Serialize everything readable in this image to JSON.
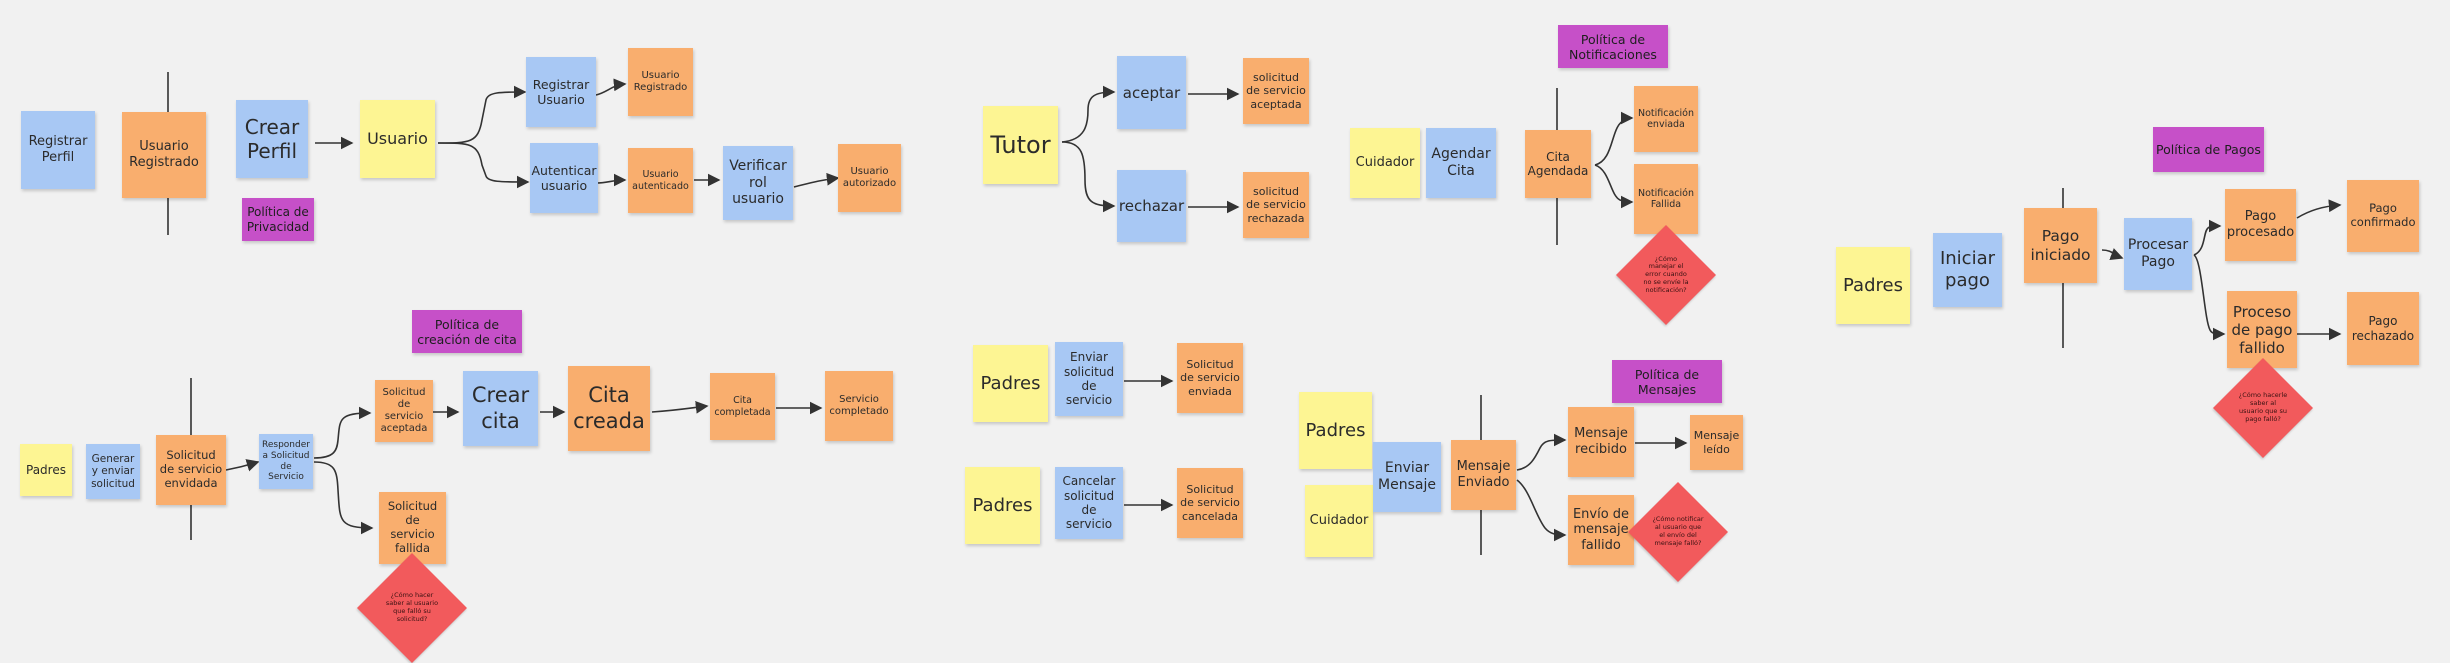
{
  "colors": {
    "background": "#f1f1f1",
    "yellow": "#fdf593",
    "blue": "#a8c8f4",
    "orange": "#f9ae6e",
    "purple": "#c650c8",
    "red": "#f25a5c",
    "line": "#333333"
  },
  "notes": {
    "registrar_perfil": "Registrar\nPerfil",
    "usuario_registrado_1": "Usuario\nRegistrado",
    "crear_perfil": "Crear\nPerfil",
    "usuario": "Usuario",
    "registrar_usuario": "Registrar\nUsuario",
    "usuario_registrado_2": "Usuario\nRegistrado",
    "autenticar_usuario": "Autenticar\nusuario",
    "usuario_autenticado": "Usuario\nautenticado",
    "verificar_rol": "Verificar\nrol\nusuario",
    "usuario_autorizado": "Usuario\nautorizado",
    "politica_privacidad": "Política de\nPrivacidad",
    "tutor": "Tutor",
    "aceptar": "aceptar",
    "rechazar": "rechazar",
    "solicitud_aceptada": "solicitud\nde servicio\naceptada",
    "solicitud_rechazada": "solicitud\nde servicio\nrechazada",
    "politica_notificaciones": "Política de\nNotificaciones",
    "cuidador_1": "Cuidador",
    "agendar_cita": "Agendar\nCita",
    "cita_agendada": "Cita\nAgendada",
    "notificacion_enviada": "Notificación\nenviada",
    "notificacion_fallida": "Notificación\nFallida",
    "politica_pagos": "Política de Pagos",
    "padres_pago": "Padres",
    "iniciar_pago": "Iniciar\npago",
    "pago_iniciado": "Pago\niniciado",
    "procesar_pago": "Procesar\nPago",
    "pago_procesado": "Pago\nprocesado",
    "pago_confirmado": "Pago\nconfirmado",
    "proceso_pago_fallido": "Proceso\nde pago\nfallido",
    "pago_rechazado": "Pago\nrechazado",
    "politica_creacion_cita": "Política de\ncreación de cita",
    "padres_1": "Padres",
    "generar_solicitud": "Generar\ny enviar\nsolicitud",
    "solicitud_enviada_1": "Solicitud\nde servicio\nenvidada",
    "responder_solicitud": "Responder\na Solicitud\nde Servicio",
    "solicitud_aceptada_2": "Solicitud\nde servicio\naceptada",
    "crear_cita": "Crear\ncita",
    "cita_creada": "Cita\ncreada",
    "cita_completada": "Cita\ncompletada",
    "servicio_completado": "Servicio\ncompletado",
    "solicitud_fallida": "Solicitud\nde servicio\nfallida",
    "padres_2": "Padres",
    "enviar_solicitud": "Enviar\nsolicitud\nde servicio",
    "solicitud_enviada_2": "Solicitud\nde servicio\nenviada",
    "padres_3": "Padres",
    "cancelar_solicitud": "Cancelar\nsolicitud\nde servicio",
    "solicitud_cancelada": "Solicitud\nde servicio\ncancelada",
    "politica_mensajes": "Política de\nMensajes",
    "padres_4": "Padres",
    "cuidador_2": "Cuidador",
    "enviar_mensaje": "Enviar\nMensaje",
    "mensaje_enviado": "Mensaje\nEnviado",
    "mensaje_recibido": "Mensaje\nrecibido",
    "mensaje_leido": "Mensaje\nleído",
    "envio_mensaje_fallido": "Envío de\nmensaje\nfallido"
  },
  "questions": {
    "q_notificacion": "¿Cómo\nmanejar el\nerror cuando\nno se envíe la\nnotificación?",
    "q_pago": "¿Cómo hacerle\nsaber al\nusuario que su\npago falló?",
    "q_solicitud": "¿Cómo hacer\nsaber al usuario\nque falló su\nsolicitud?",
    "q_mensaje": "¿Cómo notificar\nal usuario que\nel envío del\nmensaje falló?"
  }
}
